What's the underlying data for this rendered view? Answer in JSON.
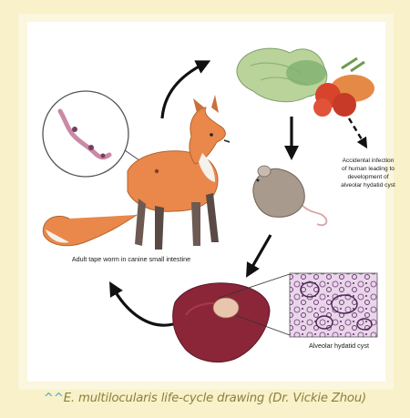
{
  "figure": {
    "labels": {
      "accidental": [
        "Accidental infection",
        "of human leading to",
        "development of",
        "alveolar hydatid cyst"
      ],
      "adult": "Adult tape worm in canine small intestine",
      "cyst": "Alveolar hydatid cyst"
    },
    "caption": {
      "mark": "^^",
      "text": "E. multilocularis life-cycle drawing (Dr. Vickie Zhou)"
    }
  },
  "colors": {
    "page_bg": "#f8f1c9",
    "caption_text": "#8a7f3f",
    "caption_mark": "#4aa8c8",
    "fox": "#e9884a",
    "liver": "#8a2638",
    "mouse": "#a89a8c"
  }
}
